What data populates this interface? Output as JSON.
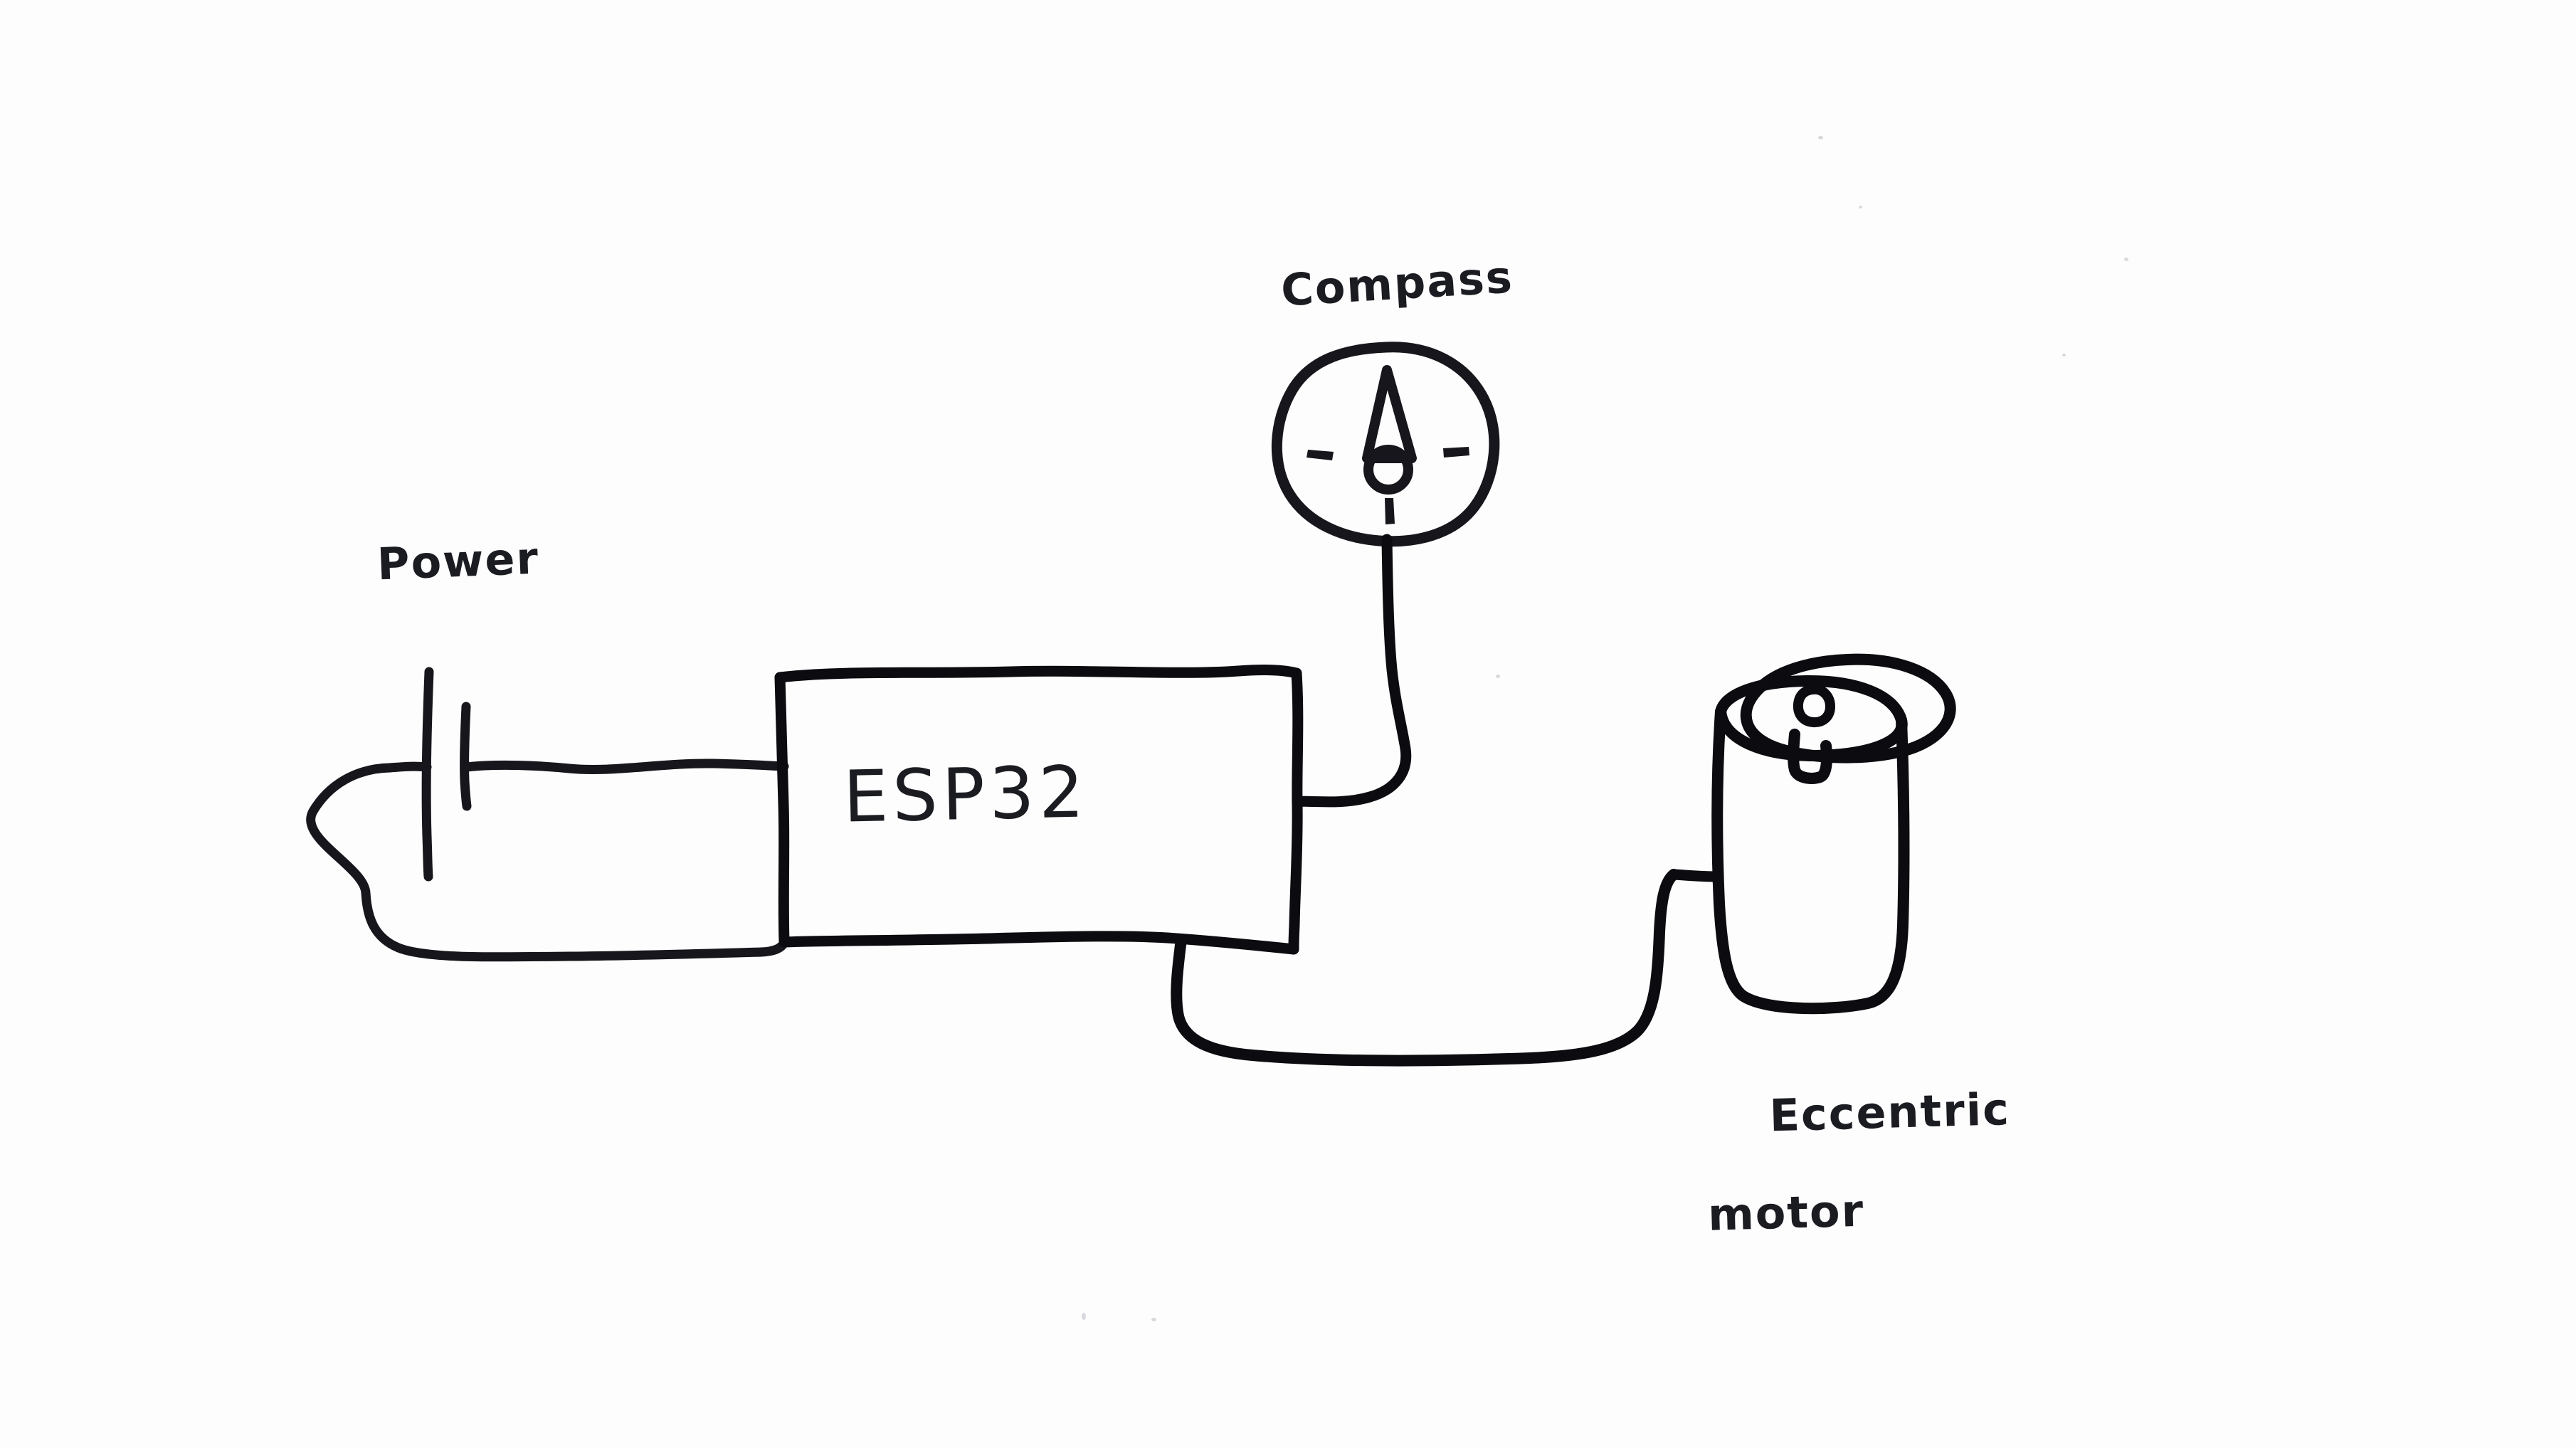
{
  "diagram": {
    "title": "ESP32 haptic compass wiring sketch",
    "style": "hand-drawn black marker on white paper",
    "ink_color": "#16161c",
    "paper_color": "#fdfdfd"
  },
  "labels": {
    "power": "Power",
    "compass": "Compass",
    "esp32": "ESP32",
    "motor_line1": "Eccentric",
    "motor_line2": "motor"
  },
  "nodes": [
    {
      "id": "power",
      "name": "Power",
      "symbol": "battery-cell",
      "label": "Power",
      "label_position": "above"
    },
    {
      "id": "esp32",
      "name": "ESP32",
      "symbol": "rectangle-block",
      "label": "ESP32",
      "label_position": "inside"
    },
    {
      "id": "compass",
      "name": "Compass",
      "symbol": "circular-dial-with-needle",
      "label": "Compass",
      "label_position": "above"
    },
    {
      "id": "motor",
      "name": "Eccentric motor",
      "symbol": "cylinder-with-offset-weight",
      "label": "Eccentric motor",
      "label_position": "below"
    }
  ],
  "connections": [
    {
      "from": "power",
      "to": "esp32",
      "description": "battery positive terminal wire to ESP32 left side"
    },
    {
      "from": "power",
      "to": "esp32",
      "description": "battery return loop wire to ESP32 bottom left"
    },
    {
      "from": "compass",
      "to": "esp32",
      "description": "compass wire down and left into ESP32 right side"
    },
    {
      "from": "esp32",
      "to": "motor",
      "description": "ESP32 bottom wire routed right and up to motor body"
    }
  ]
}
